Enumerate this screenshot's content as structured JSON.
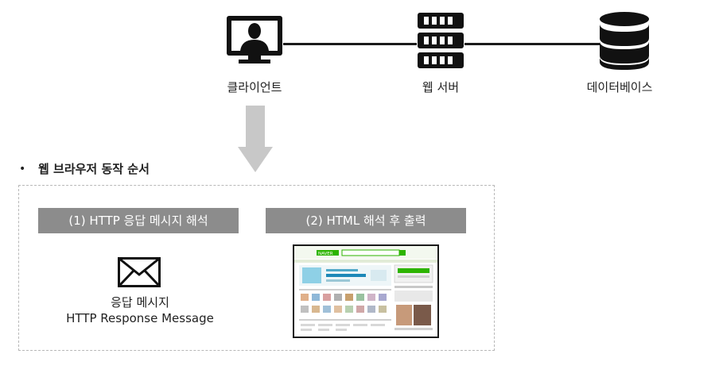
{
  "architecture": {
    "client_label": "클라이언트",
    "server_label": "웹 서버",
    "database_label": "데이터베이스",
    "client_icon": "user-monitor-icon",
    "server_icon": "server-rack-icon",
    "database_icon": "database-icon"
  },
  "section": {
    "bullet": "•",
    "title": "웹 브라우저 동작 순서"
  },
  "steps": [
    {
      "label": "(1) HTTP 응답 메시지 해석"
    },
    {
      "label": "(2) HTML 해석 후 출력"
    }
  ],
  "response": {
    "icon": "envelope-icon",
    "caption_ko": "응답 메시지",
    "caption_en": "HTTP Response Message"
  },
  "browser_thumbnail": {
    "logo_text": "NAVER",
    "accent_color": "#2db400"
  },
  "colors": {
    "step_bar": "#8c8c8c",
    "arrow": "#c8c8c8",
    "icon": "#111111",
    "dashed_border": "#b8b8b8"
  }
}
